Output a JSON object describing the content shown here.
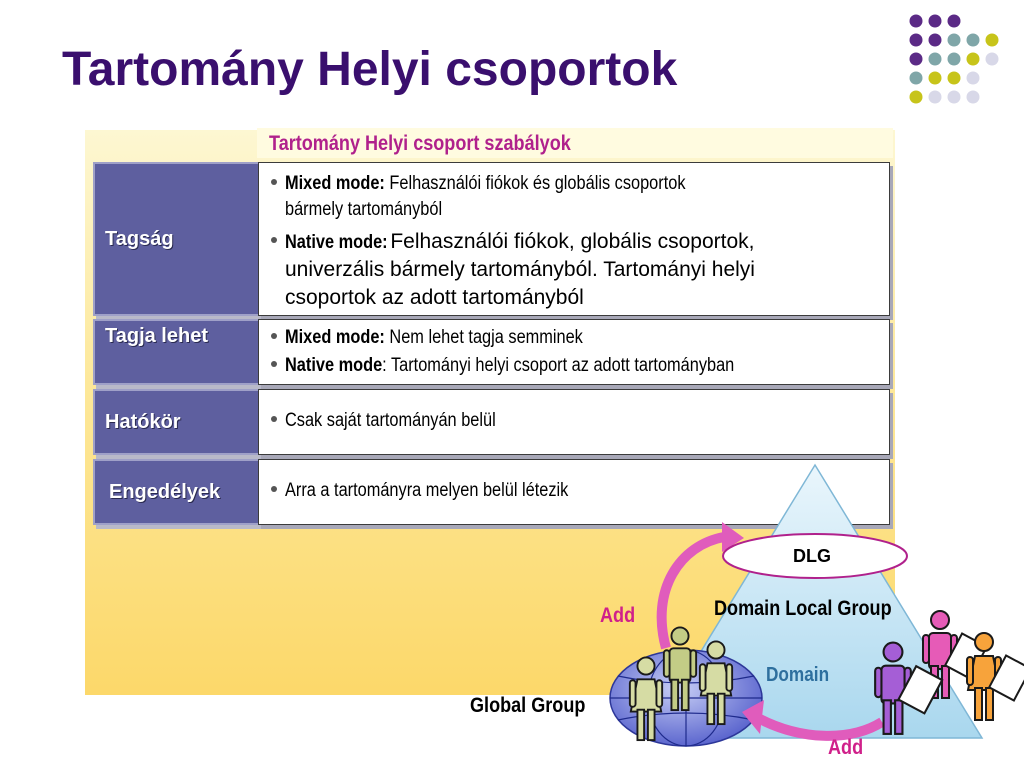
{
  "slide": {
    "title": "Tartomány Helyi csoportok",
    "rules_heading": "Tartomány Helyi csoport szabályok"
  },
  "rows": [
    {
      "label": "Tagság",
      "items": [
        {
          "mode": "Mixed mode:",
          "text": "Felhasználói fiókok és globális csoportok",
          "cont": "bármely tartományból"
        },
        {
          "mode": "Native mode:",
          "text": "Felhasználói fiókok, globális csoportok,",
          "cont": "univerzális bármely tartományból. Tartományi helyi",
          "cont2": "csoportok az adott tartományból"
        }
      ]
    },
    {
      "label": "Tagja lehet",
      "items": [
        {
          "mode": "Mixed mode:",
          "text": "Nem lehet tagja semminek"
        },
        {
          "mode": "Native mode",
          "text": ": Tartományi helyi csoport az adott tartományban"
        }
      ]
    },
    {
      "label": "Hatókör",
      "items": [
        {
          "text": "Csak saját tartományán belül"
        }
      ]
    },
    {
      "label": "Engedélyek",
      "items": [
        {
          "text": "Arra a tartományra melyen belül létezik"
        }
      ]
    }
  ],
  "diagram": {
    "dlg_label": "DLG",
    "domain_local_group": "Domain Local Group",
    "domain": "Domain",
    "global_group": "Global Group",
    "add_top": "Add",
    "add_bottom": "Add"
  },
  "colors": {
    "title": "#3a0f6e",
    "heading": "#b0218c",
    "label_bg": "#5e5f9f",
    "triangle": "#c9e6f3",
    "arrow": "#e05cbc",
    "add_text": "#d0208a",
    "domain_text": "#2e6f9e"
  }
}
